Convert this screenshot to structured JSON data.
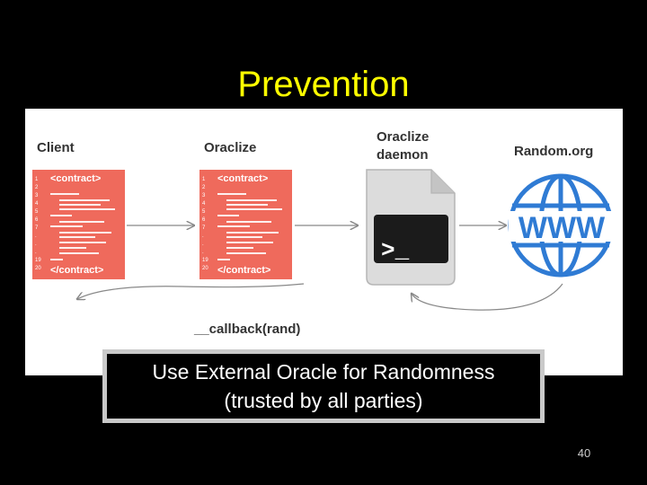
{
  "slide": {
    "title": "Prevention",
    "page_number": "40"
  },
  "diagram": {
    "nodes": {
      "client": "Client",
      "oraclize": "Oraclize",
      "daemon_line1": "Oraclize",
      "daemon_line2": "daemon",
      "random_org": "Random.org"
    },
    "contract_open": "<contract>",
    "contract_close": "</contract>",
    "line_numbers": [
      "1",
      "2",
      "3",
      "4",
      "5",
      "6",
      "7",
      ".",
      ".",
      ".",
      "19",
      "20"
    ],
    "terminal_prompt": ">_",
    "www_text": "WWW",
    "callback_label": "__callback(rand)"
  },
  "note": {
    "line1": "Use External Oracle for Randomness",
    "line2": "(trusted by all parties)"
  },
  "colors": {
    "title": "#ffff00",
    "card": "#ef6a5c",
    "globe": "#2f7bd4"
  }
}
